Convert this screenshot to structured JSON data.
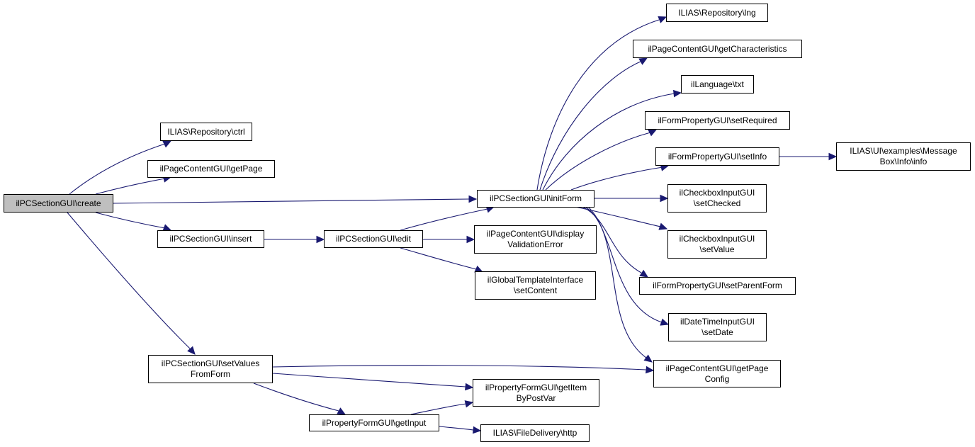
{
  "graph": {
    "kind": "call-graph",
    "edge_color": "#191970",
    "root_fill": "#bfbfbf",
    "nodes": {
      "create": {
        "lines": [
          "ilPCSectionGUI\\create"
        ],
        "root": true
      },
      "ctrl": {
        "lines": [
          "ILIAS\\Repository\\ctrl"
        ]
      },
      "getPage": {
        "lines": [
          "ilPageContentGUI\\getPage"
        ]
      },
      "insert": {
        "lines": [
          "ilPCSectionGUI\\insert"
        ]
      },
      "setValuesFromForm": {
        "lines": [
          "ilPCSectionGUI\\setValues",
          "FromForm"
        ]
      },
      "edit": {
        "lines": [
          "ilPCSectionGUI\\edit"
        ]
      },
      "initForm": {
        "lines": [
          "ilPCSectionGUI\\initForm"
        ]
      },
      "displayValidationError": {
        "lines": [
          "ilPageContentGUI\\display",
          "ValidationError"
        ]
      },
      "setContent": {
        "lines": [
          "ilGlobalTemplateInterface",
          "\\setContent"
        ]
      },
      "getItemByPostVar": {
        "lines": [
          "ilPropertyFormGUI\\getItem",
          "ByPostVar"
        ]
      },
      "getInput": {
        "lines": [
          "ilPropertyFormGUI\\getInput"
        ]
      },
      "http": {
        "lines": [
          "ILIAS\\FileDelivery\\http"
        ]
      },
      "lng": {
        "lines": [
          "ILIAS\\Repository\\lng"
        ]
      },
      "getCharacteristics": {
        "lines": [
          "ilPageContentGUI\\getCharacteristics"
        ]
      },
      "txt": {
        "lines": [
          "ilLanguage\\txt"
        ]
      },
      "setRequired": {
        "lines": [
          "ilFormPropertyGUI\\setRequired"
        ]
      },
      "setInfo": {
        "lines": [
          "ilFormPropertyGUI\\setInfo"
        ]
      },
      "messageBoxInfo": {
        "lines": [
          "ILIAS\\UI\\examples\\Message",
          "Box\\Info\\info"
        ]
      },
      "setChecked": {
        "lines": [
          "ilCheckboxInputGUI",
          "\\setChecked"
        ]
      },
      "setValue": {
        "lines": [
          "ilCheckboxInputGUI",
          "\\setValue"
        ]
      },
      "setParentForm": {
        "lines": [
          "ilFormPropertyGUI\\setParentForm"
        ]
      },
      "setDate": {
        "lines": [
          "ilDateTimeInputGUI",
          "\\setDate"
        ]
      },
      "getPageConfig": {
        "lines": [
          "ilPageContentGUI\\getPage",
          "Config"
        ]
      }
    },
    "edges": [
      [
        "create",
        "ctrl"
      ],
      [
        "create",
        "getPage"
      ],
      [
        "create",
        "initForm"
      ],
      [
        "create",
        "insert"
      ],
      [
        "create",
        "setValuesFromForm"
      ],
      [
        "insert",
        "edit"
      ],
      [
        "edit",
        "initForm"
      ],
      [
        "edit",
        "displayValidationError"
      ],
      [
        "edit",
        "setContent"
      ],
      [
        "initForm",
        "lng"
      ],
      [
        "initForm",
        "getCharacteristics"
      ],
      [
        "initForm",
        "txt"
      ],
      [
        "initForm",
        "setRequired"
      ],
      [
        "initForm",
        "setInfo"
      ],
      [
        "initForm",
        "setChecked"
      ],
      [
        "initForm",
        "setValue"
      ],
      [
        "initForm",
        "setParentForm"
      ],
      [
        "initForm",
        "setDate"
      ],
      [
        "initForm",
        "getPageConfig"
      ],
      [
        "setInfo",
        "messageBoxInfo"
      ],
      [
        "setValuesFromForm",
        "getPageConfig"
      ],
      [
        "setValuesFromForm",
        "getItemByPostVar"
      ],
      [
        "setValuesFromForm",
        "getInput"
      ],
      [
        "getInput",
        "getItemByPostVar"
      ],
      [
        "getInput",
        "http"
      ]
    ]
  }
}
